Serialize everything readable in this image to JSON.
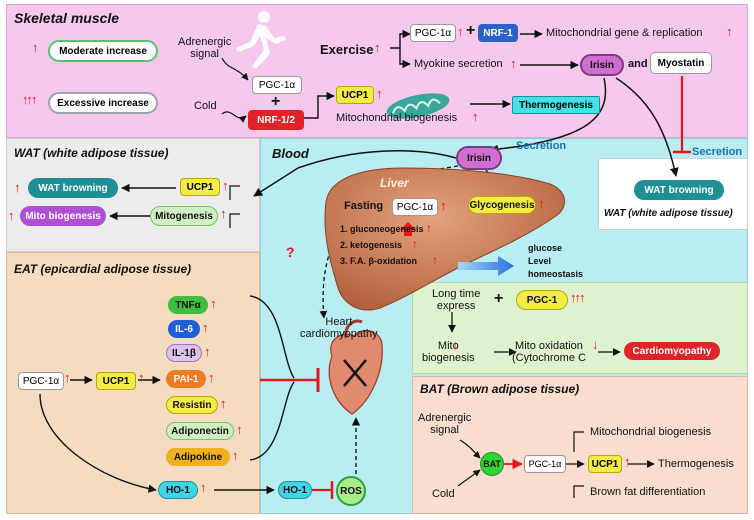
{
  "colors": {
    "skeletal_bg": "#f7c8ee",
    "wat_bg": "#ececec",
    "blood_bg": "#b8eef2",
    "eat_bg": "#f5dcc0",
    "green_bg": "#dff2d0",
    "bat_bg": "#f8ddd0",
    "arrow_red": "#e8141c",
    "teal": "#1f8f96",
    "liver": "#c97b55"
  },
  "skeletal": {
    "title": "Skeletal muscle",
    "legend_moderate": "Moderate increase",
    "legend_excessive": "Excessive increase",
    "adrenergic": "Adrenergic\nsignal",
    "cold": "Cold",
    "pgc": "PGC-1α",
    "plus": "+",
    "nrf12": "NRF-1/2",
    "ucp1": "UCP1",
    "mito_biogenesis": "Mitochondrial biogenesis",
    "thermogenesis": "Thermogenesis",
    "exercise": "Exercise",
    "pgc_ex": "PGC-1α",
    "plus2": "+",
    "nrf1": "NRF-1",
    "mito_gene": "Mitochondrial gene & replication",
    "myokine": "Myokine secretion",
    "irisin": "Irisin",
    "and": "and",
    "myostatin": "Myostatin"
  },
  "wat_left": {
    "title": "WAT (white adipose tissue)",
    "browning": "WAT browning",
    "ucp1": "UCP1",
    "mito_bio": "Mito biogenesis",
    "mitogenesis": "Mitogenesis"
  },
  "blood": {
    "title": "Blood",
    "irisin": "Irisin",
    "secretion1": "Secretion",
    "secretion2": "Secretion",
    "question": "?",
    "heart_label": "Heart\ncardiomyopathy",
    "liver": "Liver",
    "fasting": "Fasting",
    "pgc": "PGC-1α",
    "glycogenesis": "Glycogenesis",
    "gluco": "1. gluconeogenesis",
    "keto": "2. ketogenesis",
    "fa": "3. F.A. β-oxidation",
    "glucose": "glucose\nLevel\nhomeostasis"
  },
  "wat_right": {
    "browning": "WAT browning",
    "label": "WAT (white adipose tissue)"
  },
  "cardio": {
    "long_time": "Long time\nexpress",
    "plus": "+",
    "pgc1": "PGC-1",
    "mito_bio": "Mito\nbiogenesis",
    "mito_ox": "Mito oxidation\n(Cytochrome C",
    "cardiomyopathy": "Cardiomyopathy"
  },
  "eat": {
    "title": "EAT (epicardial adipose tissue)",
    "pgc": "PGC-1α",
    "ucp1": "UCP1",
    "tnf": "TNFα",
    "il6": "IL-6",
    "il1": "IL-1β",
    "pai": "PAI-1",
    "resistin": "Resistin",
    "adiponectin": "Adiponectin",
    "adipokine": "Adipokine",
    "ho1": "HO-1",
    "ho1b": "HO-1",
    "ros": "ROS"
  },
  "bat": {
    "title": "BAT (Brown adipose tissue)",
    "adrenergic": "Adrenergic\nsignal",
    "cold": "Cold",
    "bat": "BAT",
    "pgc": "PGC-1α",
    "ucp1": "UCP1",
    "mito": "Mitochondrial  biogenesis",
    "thermo": "Thermogenesis",
    "brown": "Brown fat differentiation"
  }
}
